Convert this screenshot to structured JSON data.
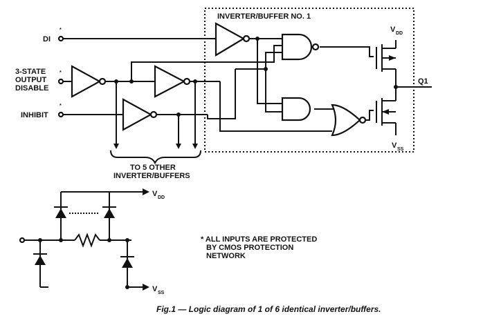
{
  "labels": {
    "inverter_buffer_title": "INVERTER/BUFFER NO. 1",
    "di": "DI",
    "three_state_line1": "3-STATE",
    "three_state_line2": "OUTPUT",
    "three_state_line3": "DISABLE",
    "inhibit": "INHIBIT",
    "q1": "Q1",
    "vdd_main": "V",
    "vdd_main_sub": "DD",
    "vss_main": "V",
    "vss_main_sub": "SS",
    "to_others_line1": "TO 5 OTHER",
    "to_others_line2": "INVERTER/BUFFERS",
    "vdd_prot": "V",
    "vdd_prot_sub": "DD",
    "vss_prot": "V",
    "vss_prot_sub": "SS",
    "asterisk": "*",
    "note_line1": "* ALL INPUTS ARE PROTECTED",
    "note_line2": "BY CMOS PROTECTION",
    "note_line3": "NETWORK"
  },
  "caption": "Fig.1 — Logic diagram of 1 of 6 identical inverter/buffers."
}
